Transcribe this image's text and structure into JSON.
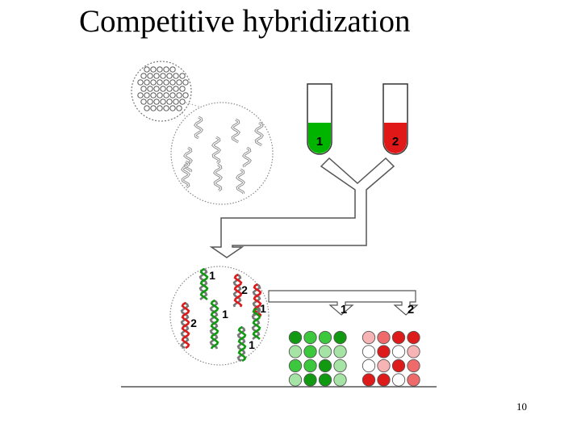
{
  "title": "Competitive hybridization",
  "page_number": "10",
  "tubes": [
    {
      "label": "1",
      "color": "#00b400"
    },
    {
      "label": "2",
      "color": "#e01818"
    }
  ],
  "hybrid_labels": [
    "1",
    "2",
    "1",
    "2",
    "1",
    "1"
  ],
  "spot_labels": [
    "1",
    "2"
  ],
  "colors": {
    "green_dark": "#119a11",
    "green_mid": "#3cc83c",
    "green_light": "#a6e4a6",
    "red_dark": "#dd1b1b",
    "red_mid": "#ef6b6b",
    "red_light": "#f6b4b4",
    "outline": "#555555"
  },
  "grid_green": [
    [
      "dark",
      "mid",
      "mid",
      "dark"
    ],
    [
      "light",
      "mid",
      "light",
      "light"
    ],
    [
      "mid",
      "mid",
      "dark",
      "light"
    ],
    [
      "light",
      "dark",
      "dark",
      "light"
    ]
  ],
  "grid_red": [
    [
      "light",
      "red_mid",
      "red",
      "red"
    ],
    [
      "white",
      "red",
      "white",
      "light"
    ],
    [
      "white",
      "light",
      "red",
      "red_mid"
    ],
    [
      "red",
      "red",
      "white",
      "red_mid"
    ]
  ]
}
